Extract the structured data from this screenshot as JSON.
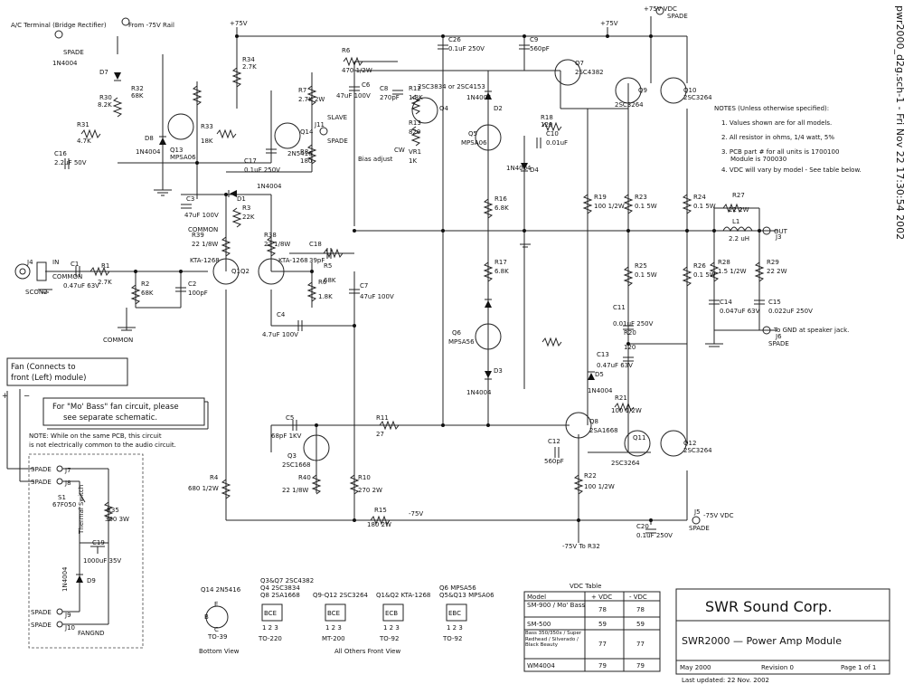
{
  "side_title": "pwr2000_d2g.sch-1 - Fri Nov 22 17:30:54 2002",
  "top_labels": {
    "ac_terminal": "A/C Terminal (Bridge Rectifier)",
    "from_rail": "From -75V Rail",
    "plus75_a": "+75V",
    "plus75_b": "+75V",
    "plus75_vdc": "+75V VDC",
    "j2_spade": "SPADE",
    "j1_spade": "SPADE"
  },
  "components": {
    "d7": "D7",
    "d7_type": "1N4004",
    "r30": "R30",
    "r30_val": "8.2K",
    "r31": "R31",
    "r31_val": "4.7K",
    "r32": "R32",
    "r32_val": "68K",
    "d8": "D8",
    "d8_type": "1N4004",
    "q13": "Q13",
    "q13_type": "MPSA06",
    "c16": "C16",
    "c16_val": "2.2uF 50V",
    "r34": "R34",
    "r34_val": "2.7K",
    "r33": "R33",
    "r33_val": "18K",
    "q14": "Q14",
    "q14_type": "2N5416",
    "c17": "C17",
    "c17_val": "0.1uF 250V",
    "r6": "R6",
    "r6_val": "470 1/2W",
    "r7": "R7",
    "r7_val": "2.7K 2W",
    "c6": "C6",
    "c6_val": "47uF 100V",
    "c26": "C26",
    "c26_val": "0.1uF 250V",
    "c9": "C9",
    "c9_val": "560pF",
    "c8": "C8",
    "c8_val": "270pF",
    "r12": "R12",
    "r12_val": "1.8K",
    "r13": "R13",
    "r13_val": "820",
    "q4": "Q4",
    "q4_type": "2SC3834 or 2SC4153",
    "vr1": "VR1",
    "vr1_val": "1K",
    "bias": "Bias adjust",
    "cw": "CW",
    "j11": "J11",
    "slave": "SLAVE",
    "spade": "SPADE",
    "r8": "R8",
    "r8_val": "180",
    "d1": "D1",
    "d1_type": "1N4004",
    "q7": "Q7",
    "q7_type": "2SC4382",
    "q9": "Q9",
    "q9_type": "2SC3264",
    "q10": "Q10",
    "q10_type": "2SC3264",
    "d2": "D2",
    "d2_type": "1N4004",
    "q5": "Q5",
    "q5_type": "MPSA06",
    "r18": "R18",
    "r18_val": "120",
    "c10": "C10",
    "c10_val": "0.01uF",
    "d4": "D4",
    "d4_type": "1N4004",
    "c3": "C3",
    "c3_val": "47uF 100V",
    "common": "COMMON",
    "r3": "R3",
    "r3_val": "22K",
    "r39": "R39",
    "r39_val": "22 1/8W",
    "r38": "R38",
    "r38_val": "22 1/8W",
    "q1": "Q1",
    "q1_type": "KTA-1268",
    "q2": "Q2",
    "q2_type": "KTA-1268",
    "c18": "C18",
    "c18_val": "39pF",
    "r5": "R5",
    "r5_val": "68K",
    "r16": "R16",
    "r16_val": "6.8K",
    "r19": "R19",
    "r19_val": "100 1/2W",
    "r23": "R23",
    "r23_val": "0.1 5W",
    "r24": "R24",
    "r24_val": "0.1 5W",
    "r27": "R27",
    "r27_val": "22 2W",
    "l1": "L1",
    "l1_val": "2.2 uH",
    "j3": "J3",
    "out": "OUT",
    "j4": "J4",
    "in": "IN",
    "j4_common": "COMMON",
    "scon2": "SCON2",
    "c1": "C1",
    "c1_val": "0.47uF 63V",
    "r1": "R1",
    "r1_val": "2.7K",
    "r2": "R2",
    "r2_val": "68K",
    "c2": "C2",
    "c2_val": "100pF",
    "r6b": "R6",
    "r6b_val": "1.8K",
    "c7": "C7",
    "c7_val": "47uF 100V",
    "c4": "C4",
    "c4_val": "4.7uF 100V",
    "common2": "COMMON",
    "r17": "R17",
    "r17_val": "6.8K",
    "r25": "R25",
    "r25_val": "0.1 5W",
    "r26": "R26",
    "r26_val": "0.1 5W",
    "r28": "R28",
    "r28_val": "1.5 1/2W",
    "r29": "R29",
    "r29_val": "22 2W",
    "c14": "C14",
    "c14_val": "0.047uF 63V",
    "c15": "C15",
    "c15_val": "0.022uF 250V",
    "j6": "J6",
    "j6_spade": "SPADE",
    "gnd_note": "To GND at speaker jack.",
    "d3": "D3",
    "d3_type": "1N4004",
    "q6": "Q6",
    "q6_type": "MPSA56",
    "c11": "C11",
    "c11_val": "0.01uF 250V",
    "r20": "R20",
    "r20_val": "120",
    "c13": "C13",
    "c13_val": "0.47uF 63V",
    "d5": "D5",
    "d5_type": "1N4004",
    "r21": "R21",
    "r21_val": "100 1/2W",
    "c5": "C5",
    "c5_val": "68pF 1KV",
    "r11": "R11",
    "r11_val": "27",
    "q3": "Q3",
    "q3_type": "2SC1668",
    "q8": "Q8",
    "q8_type": "2SA1668",
    "q11": "Q11",
    "q11_type": "2SC3264",
    "q12": "Q12",
    "q12_type": "2SC3264",
    "c12": "C12",
    "c12_val": "560pF",
    "r4": "R4",
    "r4_val": "680 1/2W",
    "r40": "R40",
    "r40_val": "22 1/8W",
    "r10": "R10",
    "r10_val": "270 2W",
    "r15": "R15",
    "r15_val": "180 2W",
    "minus75": "-75V",
    "r22": "R22",
    "r22_val": "100 1/2W",
    "c20": "C20",
    "c20_val": "0.1uF 250V",
    "to_r32": "-75V To R32",
    "j5": "J5",
    "j5_label": "-75V VDC",
    "j5_spade": "SPADE"
  },
  "notes": {
    "title": "NOTES (Unless otherwise specified):",
    "n1": "1. Values shown are for all models.",
    "n2": "2. All resistor in ohms, 1/4 watt, 5%",
    "n3a": "3. PCB part # for all units is 1700100",
    "n3b": "Module is 700030",
    "n4": "4. VDC will vary by model - See table below."
  },
  "fan": {
    "title_line1": "Fan (Connects to",
    "title_line2": "front (Left) module)",
    "mo_bass_line1": "For \"Mo' Bass\" fan circuit, please",
    "mo_bass_line2": "see separate schematic.",
    "note_line1": "NOTE: While on the same PCB, this circuit",
    "note_line2": "is not electrically common to the audio circuit.",
    "plus": "+",
    "minus": "−",
    "j7": "SPADE",
    "j7_ref": "J7",
    "j8": "SPADE",
    "j8_ref": "J8",
    "s1": "S1",
    "s1_type": "67F050",
    "thermal": "Thermal Switch",
    "r35": "R35",
    "r35_val": "300 3W",
    "c19": "C19",
    "c19_val": "1000uF 35V",
    "d9": "D9",
    "d9_type": "1N4004",
    "j9": "SPADE",
    "j9_ref": "J9",
    "j10": "SPADE",
    "j10_ref": "J10",
    "fangnd": "FANGND"
  },
  "packages": {
    "q14_head": "Q14    2N5416",
    "to39": "TO-39",
    "bottom_view": "Bottom View",
    "grp1_l1": "Q3&Q7  2SC4382",
    "grp1_l2": "Q4     2SC3834",
    "grp1_l3": "Q8     2SA1668",
    "grp2": "Q9-Q12 2SC3264",
    "grp3": "Q1&Q2 KTA-1268",
    "grp4_l1": "Q6      MPSA56",
    "grp4_l2": "Q5&Q13  MPSA06",
    "bce1": "BCE",
    "bce2": "BCE",
    "ecb": "ECB",
    "ebc": "EBC",
    "pins": "1 2 3",
    "to220": "TO-220",
    "mt200": "MT-200",
    "to92a": "TO-92",
    "to92b": "TO-92",
    "all_others": "All Others Front View",
    "e": "E",
    "b": "B",
    "c": "C"
  },
  "vdc_table": {
    "title": "VDC Table",
    "headers": [
      "Model",
      "+ VDC",
      "- VDC"
    ],
    "rows": [
      [
        "SM-900 / Mo' Bass",
        "78",
        "78"
      ],
      [
        "SM-500",
        "59",
        "59"
      ],
      [
        "Bass 350/350x / Super Redhead / Silverado / Black Beauty",
        "77",
        "77"
      ],
      [
        "WM4004",
        "79",
        "79"
      ]
    ]
  },
  "title_block": {
    "company": "SWR Sound Corp.",
    "title": "SWR2000 — Power Amp Module",
    "date": "May 2000",
    "revision": "Revision 0",
    "page": "Page 1 of 1",
    "updated": "Last updated: 22 Nov. 2002"
  }
}
